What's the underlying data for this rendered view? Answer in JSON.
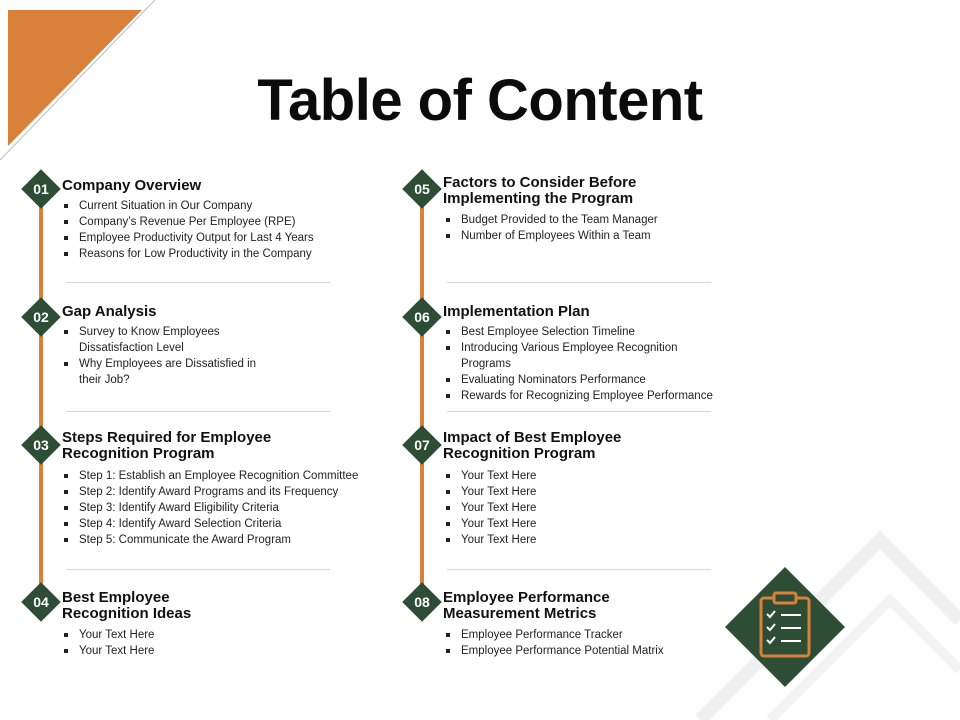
{
  "title": "Table of Content",
  "colors": {
    "accent": "#d9813b",
    "badge": "#2d4d35"
  },
  "icon": "clipboard-checklist-icon",
  "sections": [
    {
      "num": "01",
      "title": "Company Overview",
      "items": [
        "Current Situation in Our Company",
        "Company’s Revenue Per Employee (RPE)",
        "Employee Productivity Output for Last 4 Years",
        "Reasons for Low Productivity in the Company"
      ]
    },
    {
      "num": "02",
      "title": "Gap Analysis",
      "items": [
        "Survey to Know Employees Dissatisfaction Level",
        "Why Employees are Dissatisfied in their Job?"
      ]
    },
    {
      "num": "03",
      "title": "Steps Required for Employee Recognition Program",
      "items": [
        "Step 1: Establish an Employee Recognition Committee",
        "Step 2: Identify Award Programs and its Frequency",
        "Step 3: Identify Award Eligibility Criteria",
        "Step 4: Identify Award Selection Criteria",
        "Step 5: Communicate the Award Program"
      ]
    },
    {
      "num": "04",
      "title": "Best Employee Recognition Ideas",
      "items": [
        "Your Text Here",
        "Your Text Here"
      ]
    },
    {
      "num": "05",
      "title": "Factors to Consider Before Implementing the Program",
      "items": [
        "Budget Provided to the Team Manager",
        "Number of Employees Within a Team"
      ]
    },
    {
      "num": "06",
      "title": "Implementation Plan",
      "items": [
        "Best Employee Selection Timeline",
        "Introducing Various Employee Recognition Programs",
        "Evaluating Nominators Performance",
        "Rewards for Recognizing Employee Performance"
      ]
    },
    {
      "num": "07",
      "title": "Impact of Best Employee Recognition Program",
      "items": [
        "Your Text Here",
        "Your Text Here",
        "Your Text Here",
        "Your Text Here",
        "Your Text Here"
      ]
    },
    {
      "num": "08",
      "title": "Employee Performance Measurement Metrics",
      "items": [
        "Employee Performance Tracker",
        "Employee Performance Potential Matrix"
      ]
    }
  ]
}
